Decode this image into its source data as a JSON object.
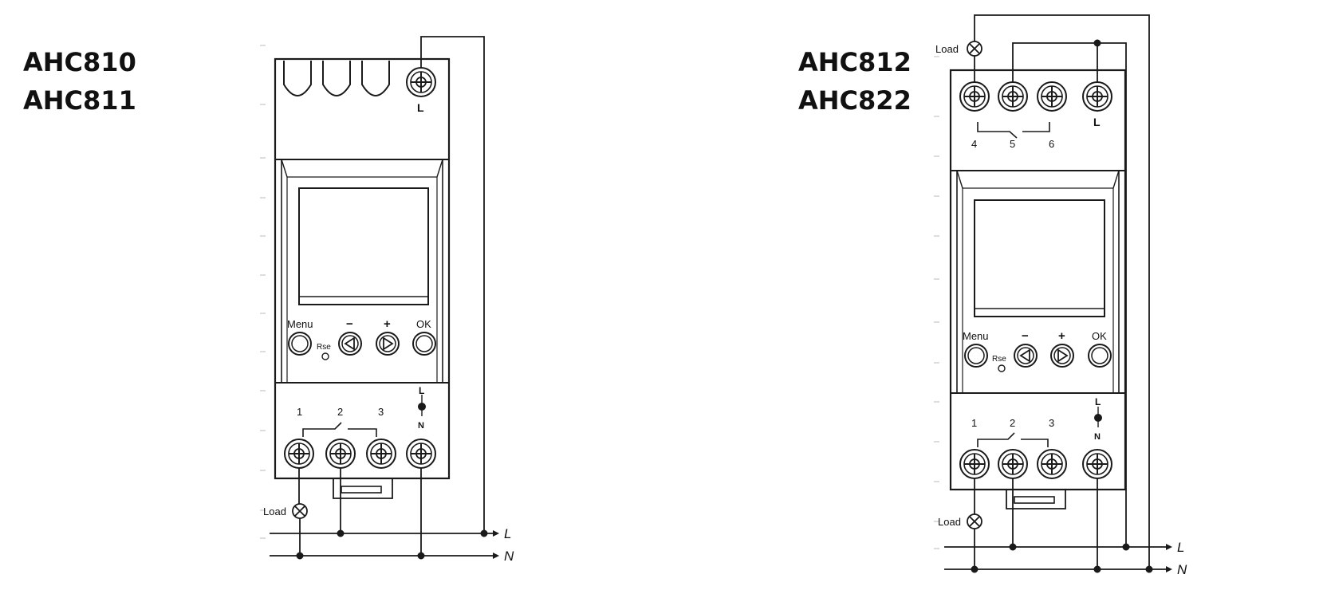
{
  "left_diagram": {
    "models": [
      "AHC810",
      "AHC811"
    ],
    "top_terminal_label": "L",
    "bottom_terminal_labels": [
      "1",
      "2",
      "3"
    ],
    "indicator_labels": [
      "L",
      "N"
    ],
    "buttons": [
      "Menu",
      "−",
      "+",
      "OK"
    ],
    "reset_label": "Rse",
    "load_label": "Load",
    "lines": [
      "L",
      "N"
    ]
  },
  "right_diagram": {
    "models": [
      "AHC812",
      "AHC822"
    ],
    "load_label_top": "Load",
    "top_terminal_labels": [
      "4",
      "5",
      "6"
    ],
    "top_terminal_L": "L",
    "bottom_terminal_labels": [
      "1",
      "2",
      "3"
    ],
    "indicator_labels": [
      "L",
      "N"
    ],
    "buttons": [
      "Menu",
      "−",
      "+",
      "OK"
    ],
    "reset_label": "Rse",
    "load_label": "Load",
    "lines": [
      "L",
      "N"
    ]
  },
  "colors": {
    "line": "#1a1a1a",
    "background": "#ffffff"
  }
}
